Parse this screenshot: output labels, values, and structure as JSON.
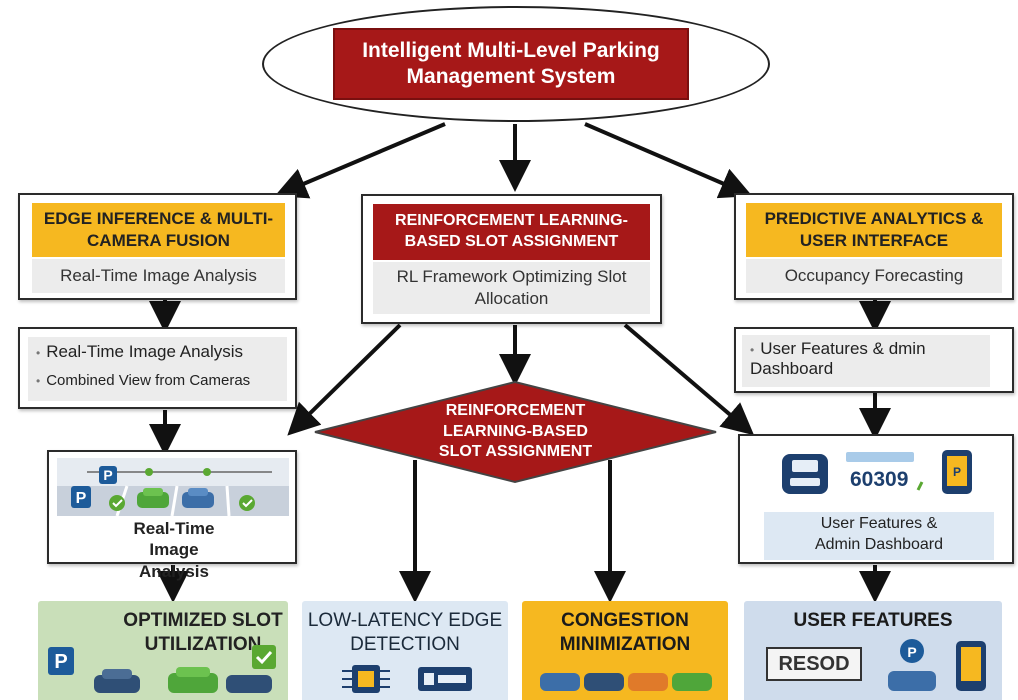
{
  "root": {
    "title": "Intelligent Multi-Level Parking Management System"
  },
  "left": {
    "header": "EDGE INFERENCE & MULTI-CAMERA FUSION",
    "subtitle": "Real-Time Image Analysis",
    "bullets": [
      "Real-Time Image Analysis",
      "Combined View from Cameras"
    ],
    "image_caption": "Real-Time Image Analysis"
  },
  "center": {
    "header": "REINFORCEMENT LEARNING-BASED SLOT ASSIGNMENT",
    "subtitle": "RL Framework Optimizing Slot Allocation",
    "diamond": "REINFORCEMENT LEARNING-BASED SLOT ASSIGNMENT"
  },
  "right": {
    "header": "PREDICTIVE ANALYTICS & USER INTERFACE",
    "subtitle": "Occupancy Forecasting",
    "bullet": "User Features & dmin Dashboard",
    "display_number": "60309",
    "image_caption": "User Features & Admin Dashboard"
  },
  "outcomes": [
    {
      "title": "OPTIMIZED SLOT UTILIZATION",
      "bg": "#c9dfb9"
    },
    {
      "title": "LOW-LATENCY EDGE DETECTION",
      "bg": "#dde8f3"
    },
    {
      "title": "CONGESTION MINIMIZATION",
      "bg": "#f6b820"
    },
    {
      "title": "USER FEATURES",
      "bg": "#cfdcec",
      "sign_text": "RESOD"
    }
  ],
  "colors": {
    "accent_red": "#a61818",
    "accent_yellow": "#f6b820",
    "parking_blue": "#1d5b9a",
    "check_green": "#5aa832"
  }
}
